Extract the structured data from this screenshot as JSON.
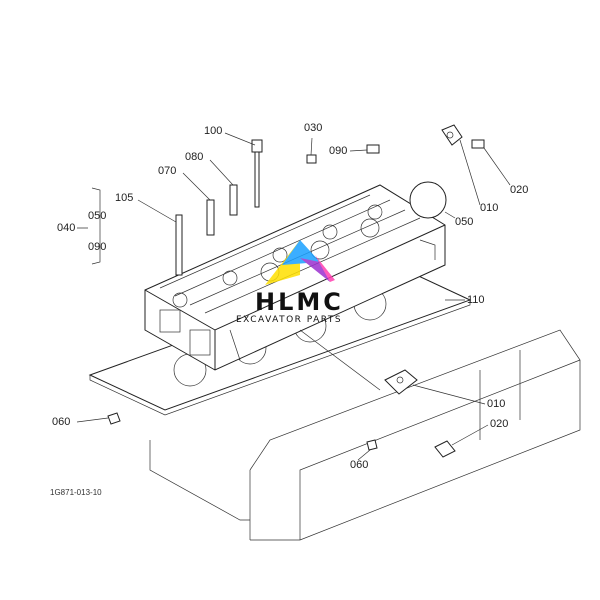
{
  "labels": {
    "l100": "100",
    "l030": "030",
    "l090a": "090",
    "l080": "080",
    "l070": "070",
    "l105": "105",
    "l040": "040",
    "l050a": "050",
    "l090b": "090",
    "l050b": "050",
    "l010a": "010",
    "l020a": "020",
    "l110": "110",
    "l010b": "010",
    "l020b": "020",
    "l060a": "060",
    "l060b": "060"
  },
  "drawing_code": "1G871-013-10",
  "watermark": {
    "brand": "HLMC",
    "tagline": "EXCAVATOR PARTS",
    "colors": [
      "#ffe000",
      "#1aa0ff",
      "#9b30d0",
      "#ff3fb0"
    ]
  }
}
